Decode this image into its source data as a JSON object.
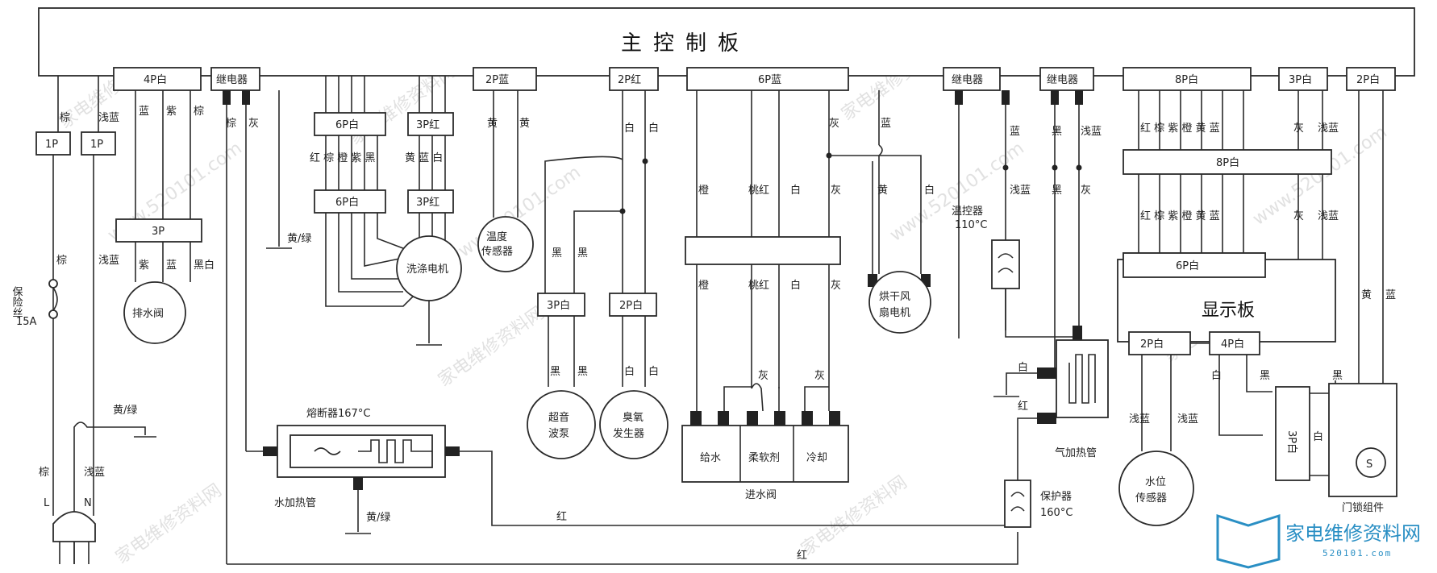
{
  "main_board": "主控制板",
  "display_board": "显示板",
  "connectors": {
    "c4p_white": "4P白",
    "relay_a": "继电器",
    "c2p_blue_temp": "2P蓝",
    "c2p_red": "2P红",
    "c6p_blue": "6P蓝",
    "relay_b": "继电器",
    "relay_c": "继电器",
    "c8p_white_top": "8P白",
    "c3p_white_top": "3P白",
    "c2p_white_top": "2P白",
    "c1p_a": "1P",
    "c1p_b": "1P",
    "c3p_drain": "3P",
    "c6p_white_1": "6P白",
    "c6p_white_2": "6P白",
    "c3p_red_1": "3P红",
    "c3p_red_2": "3P红",
    "c3p_white_pump": "3P白",
    "c2p_white_ozone": "2P白",
    "c8p_white_mid": "8P白",
    "c6p_white_disp": "6P白",
    "c2p_white_level": "2P白",
    "c4p_white_disp": "4P白",
    "c3p_white_lock": "3P白"
  },
  "wires": {
    "brown": "棕",
    "light_blue": "浅蓝",
    "blue": "蓝",
    "purple": "紫",
    "gray": "灰",
    "yellow": "黄",
    "white": "白",
    "black": "黑",
    "red": "红",
    "orange": "橙",
    "pink_red": "桃红",
    "black_white": "黑白",
    "yellow_green": "黄/绿",
    "motor_row": "红 棕 橙 紫 黑",
    "motor_row2": "黄 蓝 白",
    "display_row": "红 棕 紫 橙 黄 蓝"
  },
  "components": {
    "fuse": "保险丝",
    "fuse_amp": "15A",
    "drain_valve": "排水阀",
    "wash_motor": "洗涤电机",
    "temp_sensor_1": "温度",
    "temp_sensor_2": "传感器",
    "ultrasonic_1": "超音",
    "ultrasonic_2": "波泵",
    "ozone_1": "臭氧",
    "ozone_2": "发生器",
    "inlet_valve": "进水阀",
    "valve_fill": "给水",
    "valve_softener": "柔软剂",
    "valve_cool": "冷却",
    "dry_fan_1": "烘干风",
    "dry_fan_2": "扇电机",
    "thermostat": "温控器",
    "thermostat_temp": "110°C",
    "air_heater": "气加热管",
    "protector": "保护器",
    "protector_temp": "160°C",
    "thermal_fuse": "熔断器167°C",
    "water_heater": "水加热管",
    "water_level_1": "水位",
    "water_level_2": "传感器",
    "door_lock": "门锁组件",
    "plug_l": "L",
    "plug_n": "N"
  },
  "watermark": "家电维修资料网",
  "watermark_url": "www.520101.com",
  "logo": {
    "name": "家电维修资料网",
    "url": "520101.com"
  }
}
